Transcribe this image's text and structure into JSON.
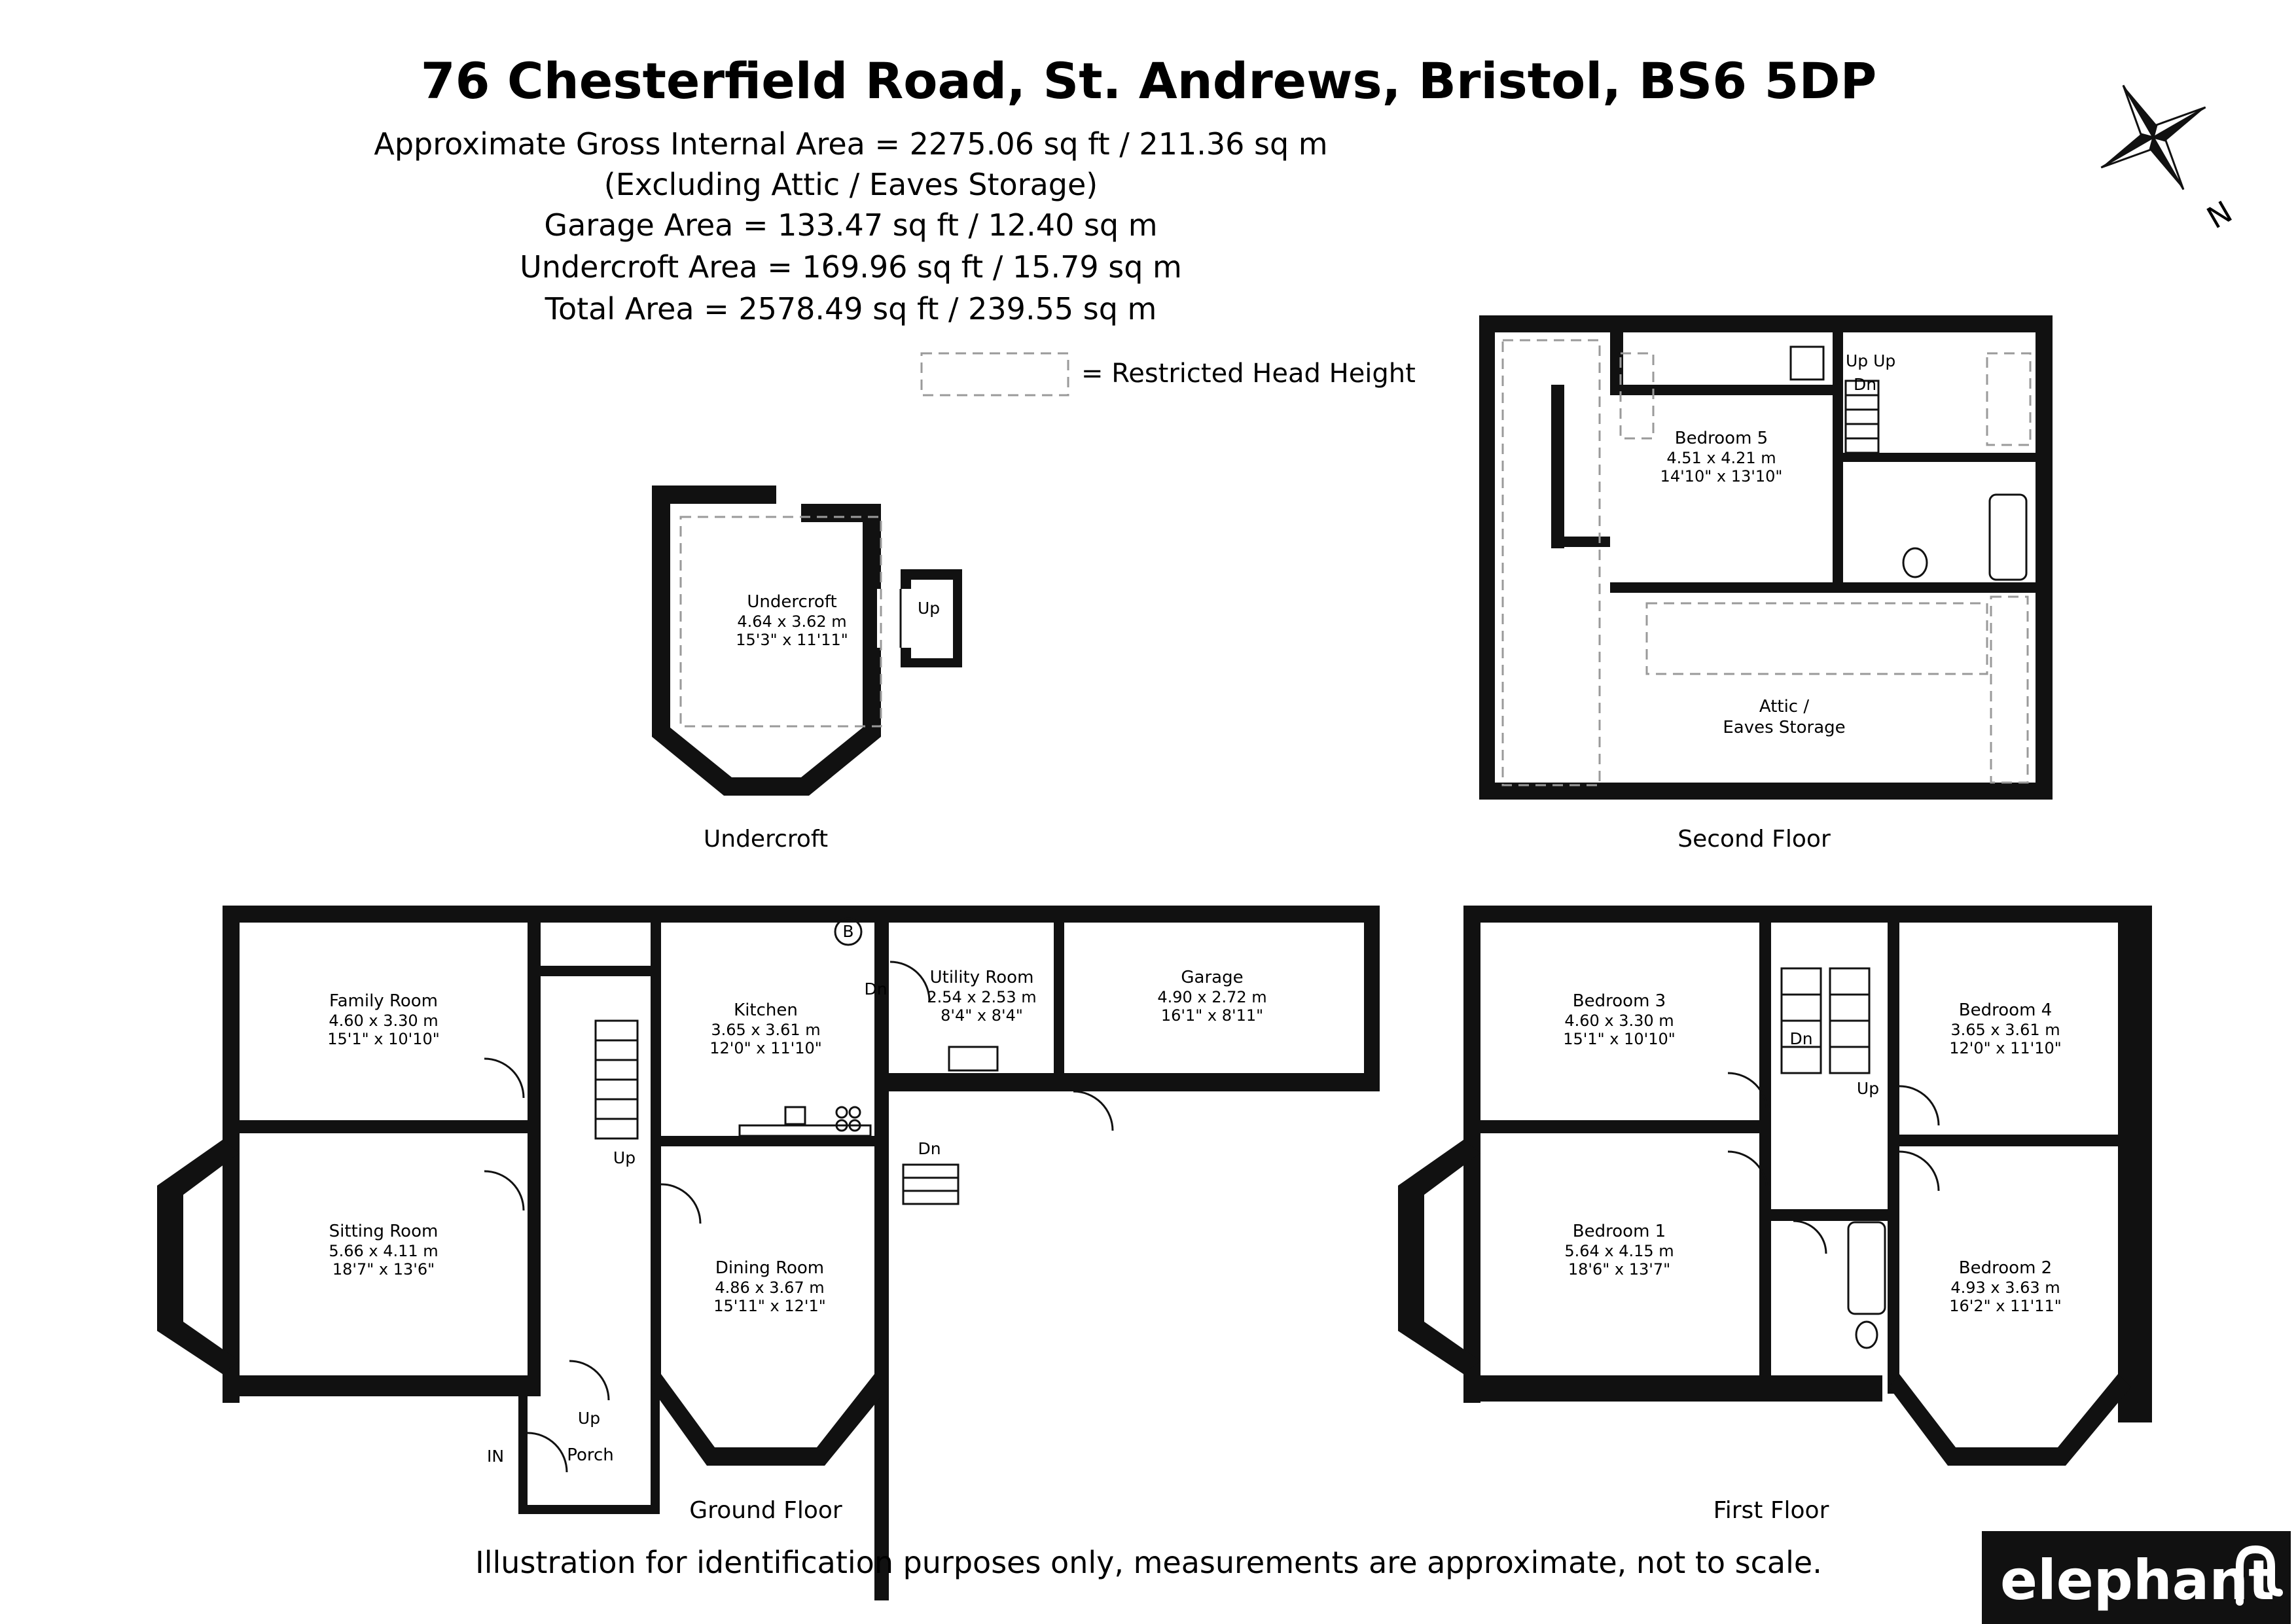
{
  "header": {
    "title": "76 Chesterfield Road, St. Andrews, Bristol, BS6 5DP",
    "area_lines": [
      "Approximate Gross Internal Area = 2275.06 sq ft / 211.36 sq m",
      "(Excluding Attic / Eaves Storage)",
      "Garage Area = 133.47 sq ft / 12.40 sq m",
      "Undercroft Area = 169.96 sq ft / 15.79 sq m",
      "Total Area = 2578.49 sq ft / 239.55 sq m"
    ],
    "legend_text": "= Restricted Head Height",
    "compass_letter": "N"
  },
  "floors": {
    "undercroft": {
      "label": "Undercroft",
      "rooms": [
        {
          "name": "Undercroft",
          "metric": "4.64 x 3.62 m",
          "imperial": "15'3\" x 11'11\""
        }
      ],
      "markers": {
        "up": "Up"
      }
    },
    "second": {
      "label": "Second Floor",
      "rooms": [
        {
          "name": "Bedroom 5",
          "metric": "4.51 x 4.21 m",
          "imperial": "14'10\" x 13'10\""
        },
        {
          "name": "Attic /",
          "line2": "Eaves Storage"
        }
      ],
      "markers": {
        "up_up": "Up Up",
        "dn": "Dn"
      }
    },
    "ground": {
      "label": "Ground Floor",
      "rooms": [
        {
          "name": "Family Room",
          "metric": "4.60 x 3.30 m",
          "imperial": "15'1\" x 10'10\""
        },
        {
          "name": "Sitting Room",
          "metric": "5.66 x 4.11 m",
          "imperial": "18'7\" x 13'6\""
        },
        {
          "name": "Kitchen",
          "metric": "3.65 x 3.61 m",
          "imperial": "12'0\" x 11'10\""
        },
        {
          "name": "Utility Room",
          "metric": "2.54 x 2.53 m",
          "imperial": "8'4\" x 8'4\""
        },
        {
          "name": "Garage",
          "metric": "4.90 x 2.72 m",
          "imperial": "16'1\" x 8'11\""
        },
        {
          "name": "Dining Room",
          "metric": "4.86 x 3.67 m",
          "imperial": "15'11\" x 12'1\""
        },
        {
          "name": "Porch"
        }
      ],
      "markers": {
        "up_stairs": "Up",
        "up_porch": "Up",
        "dn_utility": "Dn",
        "dn_outside": "Dn",
        "in": "IN",
        "boiler": "B"
      }
    },
    "first": {
      "label": "First Floor",
      "rooms": [
        {
          "name": "Bedroom 3",
          "metric": "4.60 x 3.30 m",
          "imperial": "15'1\" x 10'10\""
        },
        {
          "name": "Bedroom 4",
          "metric": "3.65 x 3.61 m",
          "imperial": "12'0\" x 11'10\""
        },
        {
          "name": "Bedroom 1",
          "metric": "5.64 x 4.15 m",
          "imperial": "18'6\" x 13'7\""
        },
        {
          "name": "Bedroom 2",
          "metric": "4.93 x 3.63 m",
          "imperial": "16'2\" x 11'11\""
        }
      ],
      "markers": {
        "dn": "Dn",
        "up": "Up"
      }
    }
  },
  "footer": {
    "disclaimer": "Illustration for identification purposes only, measurements are approximate, not to scale.",
    "brand": "elephant"
  },
  "colors": {
    "wall": "#111111",
    "dash": "#9a9a9a",
    "brand_bg": "#111111",
    "brand_text": "#ffffff"
  }
}
